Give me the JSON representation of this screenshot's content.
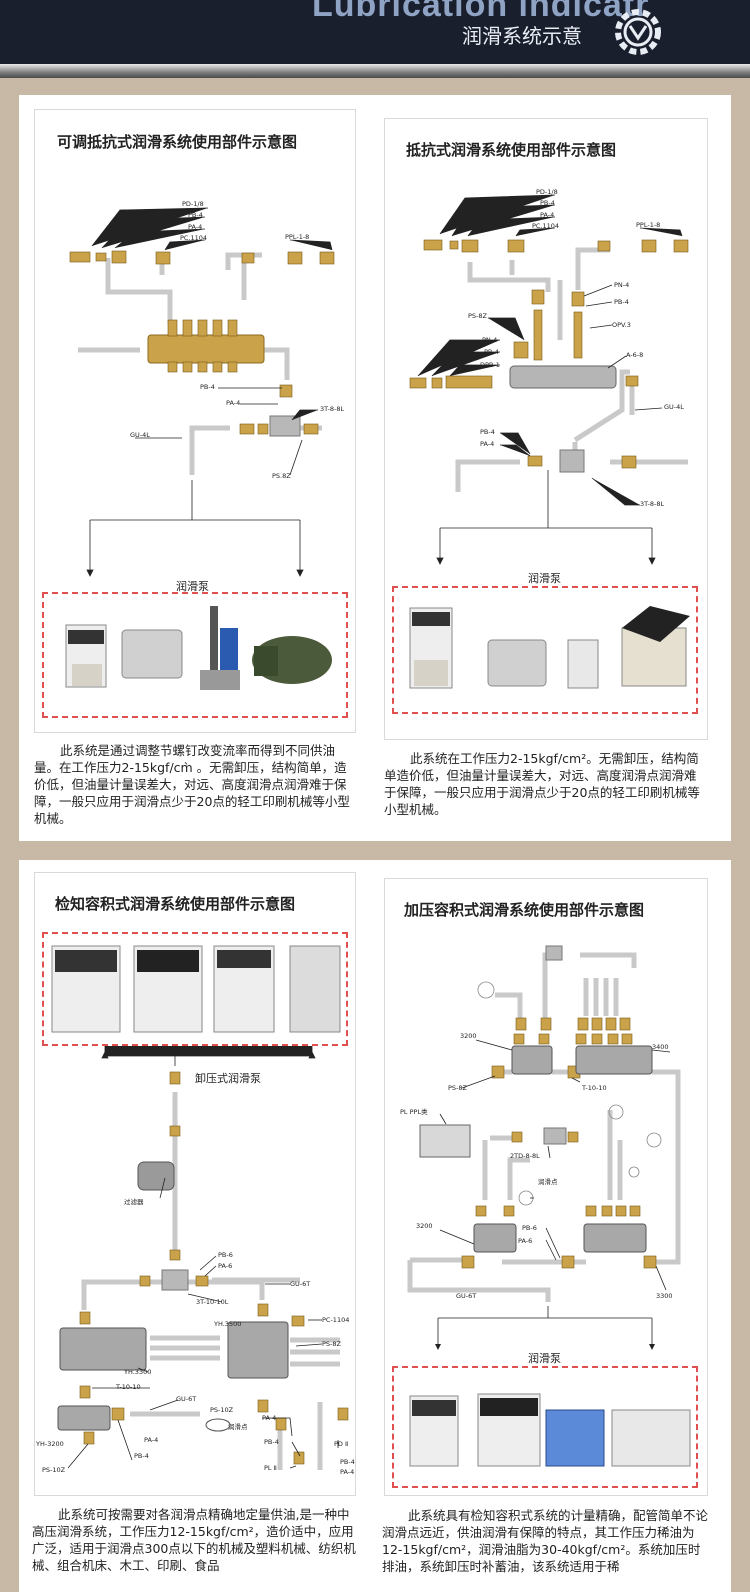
{
  "header": {
    "big_title": "Lubrication indicatr",
    "subtitle": "润滑系统示意"
  },
  "panels": [
    {
      "title": "可调抵抗式润滑系统使用部件示意图",
      "pump_label": "润滑泵",
      "parts": [
        "PD-1/8",
        "PB-4",
        "PA-4",
        "PC.1104",
        "PPL-1-8",
        "PB-4",
        "PA-4",
        "3T-8-8L",
        "GU-4L",
        "PS.8Z"
      ],
      "description": "此系统是通过调整节螺钉改变流率而得到不同供油量。在工作压力2-15kgf/cm̀ 。无需卸压，结构简单，造价低，但油量计量误差大，对远、高度润滑点润滑难于保障，一般只应用于润滑点少于20点的轻工印刷机械等小型机械。"
    },
    {
      "title": "抵抗式润滑系统使用部件示意图",
      "pump_label": "润滑泵",
      "parts": [
        "PD-1/8",
        "PB-4",
        "PA-4",
        "PC.1104",
        "PPL-1-8",
        "PN-4",
        "PB-4",
        "PS-8Z",
        "OPV.3",
        "PN-4",
        "PB-4",
        "DPB-1",
        "A-6-8",
        "GU-4L",
        "PB-4",
        "PA-4",
        "3T-8-8L"
      ],
      "description": "此系统在工作压力2-15kgf/cm²。无需卸压，结构简单造价低，但油量计量误差大，对远、高度润滑点润滑难于保障，一般只应用于润滑点少于20点的轻工印刷机械等小型机械。"
    },
    {
      "title": "检知容积式润滑系统使用部件示意图",
      "pump_label": "卸压式润滑泵",
      "parts": [
        "过滤器",
        "PB-6",
        "PA-6",
        "GU-6T",
        "3T-10-10L",
        "PC-1104",
        "YH.3500",
        "PS-8Z",
        "YH.3300",
        "T-10-10",
        "GU-6T",
        "PS-10Z",
        "润滑点",
        "PA-4",
        "PB-4",
        "YH-3200",
        "PA-4",
        "PB-4",
        "PD Ⅱ",
        "PS-10Z",
        "PL Ⅱ",
        "PB-4",
        "PA-4"
      ],
      "description": "此系统可按需要对各润滑点精确地定量供油,是一种中高压润滑系统，工作压力12-15kgf/cm²，造价适中，应用广泛，适用于润滑点300点以下的机械及塑料机械、纺织机械、组合机床、木工、印刷、食品"
    },
    {
      "title": "加压容积式润滑系统使用部件示意图",
      "pump_label": "润滑泵",
      "parts": [
        "3200",
        "3400",
        "PS-8Z",
        "T-10-10",
        "PL PPL类",
        "2TD-8-8L",
        "润滑点",
        "3200",
        "PB-6",
        "PA-6",
        "GU-6T",
        "3300"
      ],
      "description": "此系统具有检知容积式系统的计量精确，配管简单不论润滑点远近，供油润滑有保障的特点，其工作压力稀油为12-15kgf/cm²，润滑油脂为30-40kgf/cm²。系统加压时排油，系统卸压时补蓄油，该系统适用于稀"
    }
  ],
  "colors": {
    "header_bg": "#1a1f2e",
    "page_bg": "#c8b9a6",
    "pipe": "#c9c9c9",
    "brass": "#c9a24a",
    "dash_border": "#e05050"
  }
}
